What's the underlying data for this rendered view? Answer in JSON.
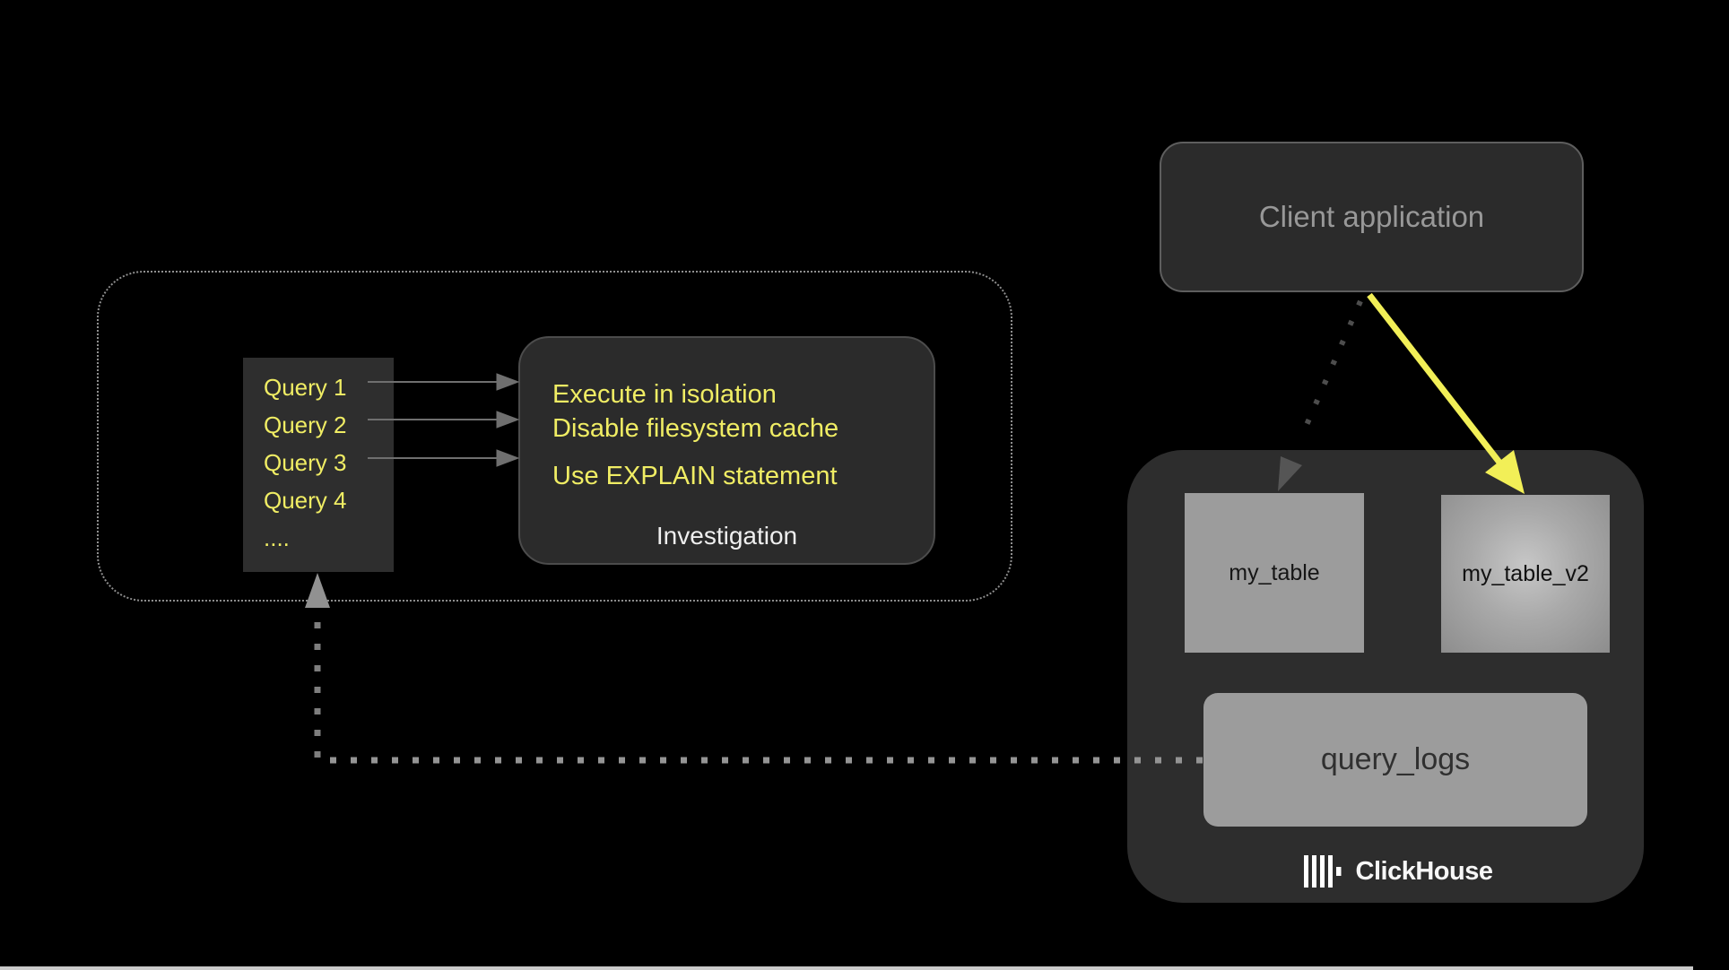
{
  "diagram": {
    "client_app": {
      "label": "Client application"
    },
    "query_list": {
      "items": [
        "Query 1",
        "Query 2",
        "Query 3",
        "Query 4",
        "...."
      ]
    },
    "investigation": {
      "tips": [
        "Execute in isolation",
        "Disable filesystem cache",
        "Use EXPLAIN statement"
      ],
      "title": "Investigation"
    },
    "clickhouse": {
      "left_table": "my_table",
      "right_table": "my_table_v2",
      "logs_table": "query_logs",
      "brand": "ClickHouse"
    },
    "colors": {
      "background": "#000000",
      "accent_yellow_text": "#f0ed64",
      "accent_yellow_arrow": "#f2ef57",
      "dark_box": "#2b2b2b",
      "panel": "#2d2d2d",
      "gray_box": "#9c9c9c",
      "muted_text": "#989898"
    }
  }
}
